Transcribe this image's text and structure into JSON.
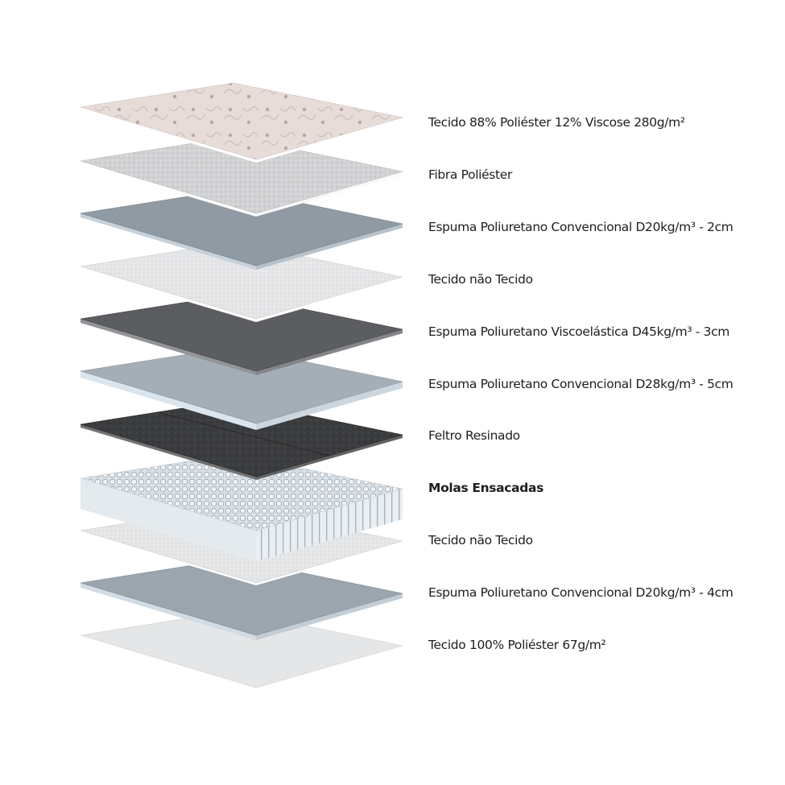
{
  "layers": [
    {
      "label": "Tecido 88% Poliéster 12% Viscose 280g/m²",
      "material": "quilted-fabric",
      "color": "#e6dad6"
    },
    {
      "label": "Fibra Poliéster",
      "material": "fiber",
      "color": "#cfd0d2"
    },
    {
      "label": "Espuma Poliuretano Convencional D20kg/m³ - 2cm",
      "material": "foam",
      "color": "#8f9aa3"
    },
    {
      "label": "Tecido não Tecido",
      "material": "non-woven",
      "color": "#e3e4e5"
    },
    {
      "label": "Espuma Poliuretano Viscoelástica D45kg/m³ - 3cm",
      "material": "visco-foam",
      "color": "#5b5d60"
    },
    {
      "label": "Espuma Poliuretano Convencional D28kg/m³ - 5cm",
      "material": "foam",
      "color": "#a3aeb6"
    },
    {
      "label": "Feltro Resinado",
      "material": "felt",
      "color": "#3a3b3d"
    },
    {
      "label": "Molas Ensacadas",
      "material": "pocket-springs",
      "color": "#dfe6ec",
      "bold": true
    },
    {
      "label": "Tecido não Tecido",
      "material": "non-woven",
      "color": "#e3e4e5"
    },
    {
      "label": "Espuma Poliuretano Convencional D20kg/m³ - 4cm",
      "material": "foam",
      "color": "#9aa5ad"
    },
    {
      "label": "Tecido 100% Poliéster 67g/m²",
      "material": "fabric",
      "color": "#e5e6e7"
    }
  ]
}
